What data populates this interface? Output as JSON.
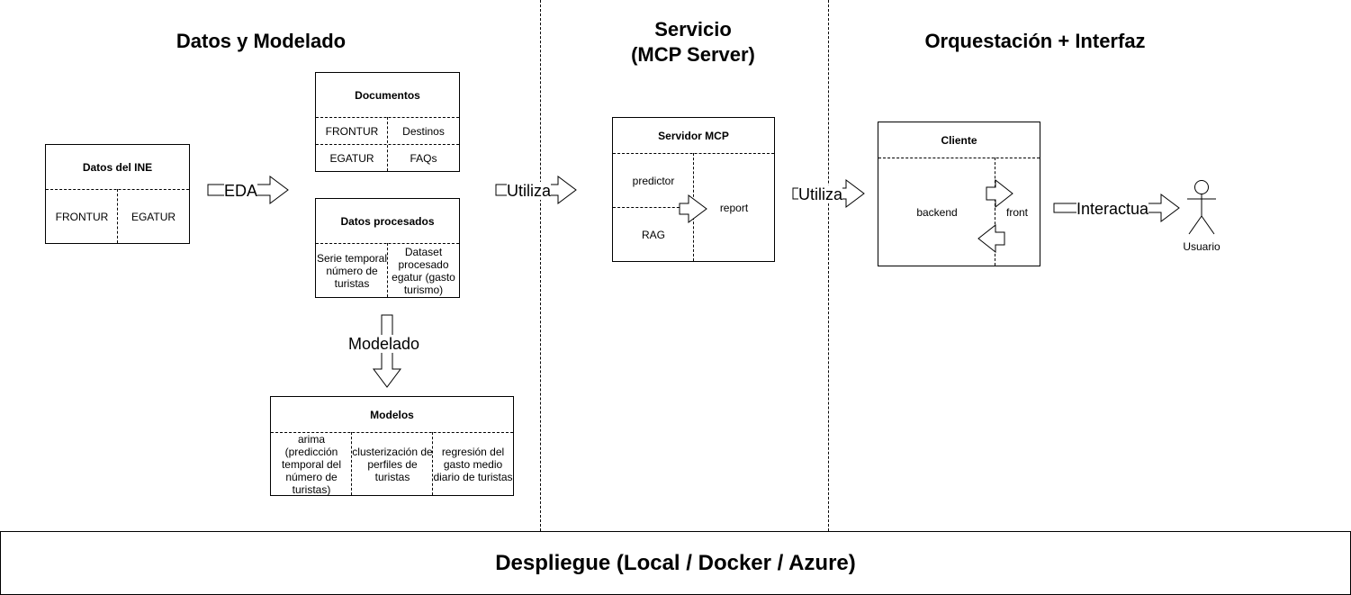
{
  "sections": {
    "data_modeling": "Datos y Modelado",
    "service": "Servicio\n(MCP Server)",
    "orchestration": "Orquestación + Interfaz"
  },
  "ine": {
    "title": "Datos del INE",
    "cells": [
      "FRONTUR",
      "EGATUR"
    ]
  },
  "documentos": {
    "title": "Documentos",
    "cells": [
      "FRONTUR",
      "Destinos",
      "EGATUR",
      "FAQs"
    ]
  },
  "procesados": {
    "title": "Datos procesados",
    "cells": [
      "Serie temporal número de turistas",
      "Dataset procesado egatur (gasto turismo)"
    ]
  },
  "modelos": {
    "title": "Modelos",
    "cells": [
      "arima (predicción temporal del número de turistas)",
      "clusterización de perfiles de turistas",
      "regresión del gasto medio diario de turistas"
    ]
  },
  "servidor": {
    "title": "Servidor MCP",
    "cells": [
      "predictor",
      "RAG",
      "report"
    ]
  },
  "cliente": {
    "title": "Cliente",
    "cells": [
      "backend",
      "front"
    ]
  },
  "arrows": {
    "eda": "EDA",
    "utiliza_1": "Utiliza",
    "utiliza_2": "Utiliza",
    "interactua": "Interactua",
    "modelado": "Modelado"
  },
  "actor": {
    "label": "Usuario"
  },
  "deploy": {
    "label": "Despliegue (Local / Docker / Azure)"
  }
}
